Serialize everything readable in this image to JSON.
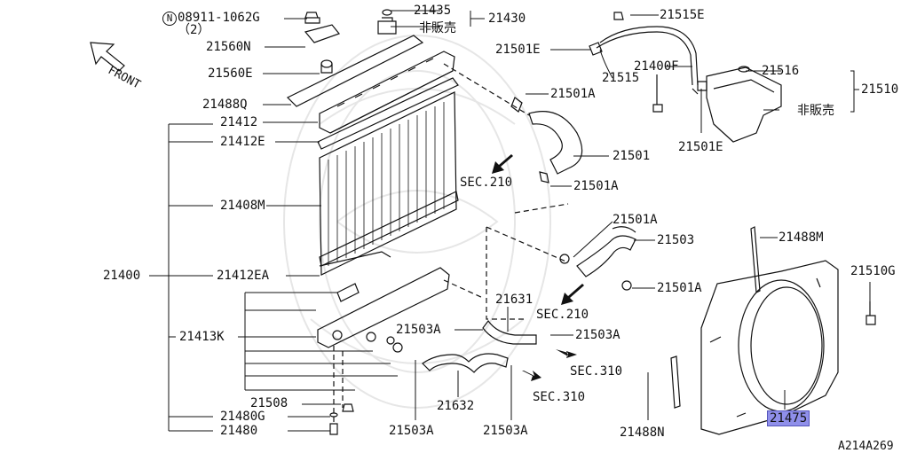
{
  "diagram": {
    "note_top": {
      "n_badge": "N",
      "part": "08911-1062G",
      "qty": "（2）"
    },
    "labels": {
      "p21435": "21435",
      "p21430": "21430",
      "not_sold_1": "非販売",
      "p21515E": "21515E",
      "p21560N": "21560N",
      "p21501E_a": "21501E",
      "p21400F": "21400F",
      "p21516": "21516",
      "p21510": "21510",
      "p21560E": "21560E",
      "p21515": "21515",
      "p21488Q": "21488Q",
      "p21501A_a": "21501A",
      "not_sold_2": "非販売",
      "p21412": "21412",
      "p21412E": "21412E",
      "p21501E_b": "21501E",
      "p21501": "21501",
      "sec210_a": "SEC.210",
      "p21501A_b": "21501A",
      "p21408M": "21408M",
      "p21501A_c": "21501A",
      "p21503": "21503",
      "p21488M": "21488M",
      "p21400": "21400",
      "p21412EA": "21412EA",
      "p21510G": "21510G",
      "p21501A_d": "21501A",
      "p21631": "21631",
      "sec210_b": "SEC.210",
      "p21503A_a": "21503A",
      "p21503A_b": "21503A",
      "p21413K": "21413K",
      "sec310_a": "SEC.310",
      "sec310_b": "SEC.310",
      "p21508": "21508",
      "p21632": "21632",
      "p21475": "21475",
      "p21480G": "21480G",
      "p21480": "21480",
      "p21503A_c": "21503A",
      "p21503A_d": "21503A",
      "p21488N": "21488N",
      "front": "FRONT",
      "drawing_code": "A214A269"
    },
    "highlight_color": "#8f8fea"
  }
}
